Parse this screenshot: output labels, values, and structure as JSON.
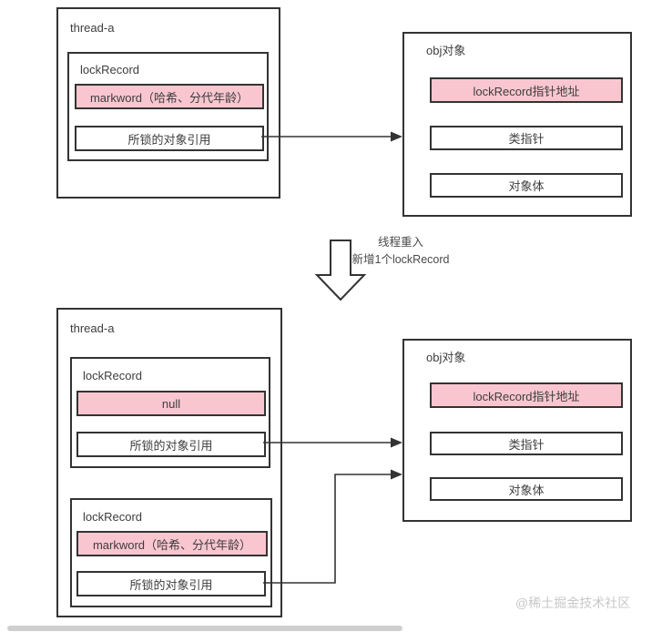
{
  "colors": {
    "border": "#333333",
    "pink_fill": "#f9c6d0",
    "text": "#3d3d3d",
    "watermark": "#c8c8c8",
    "scrollbar": "#cfcfcf",
    "background": "#ffffff"
  },
  "top": {
    "thread": {
      "title": "thread-a",
      "lock_record": {
        "title": "lockRecord",
        "markword": "markword（哈希、分代年龄）",
        "obj_ref": "所锁的对象引用"
      }
    },
    "obj": {
      "title": "obj对象",
      "pointer": "lockRecord指针地址",
      "class_pointer": "类指针",
      "body": "对象体"
    }
  },
  "transition": {
    "line1": "线程重入",
    "line2": "新增1个lockRecord"
  },
  "bottom": {
    "thread": {
      "title": "thread-a",
      "lock_records": [
        {
          "title": "lockRecord",
          "markword": "null",
          "obj_ref": "所锁的对象引用"
        },
        {
          "title": "lockRecord",
          "markword": "markword（哈希、分代年龄）",
          "obj_ref": "所锁的对象引用"
        }
      ]
    },
    "obj": {
      "title": "obj对象",
      "pointer": "lockRecord指针地址",
      "class_pointer": "类指针",
      "body": "对象体"
    }
  },
  "watermark": {
    "text": "@稀土掘金技术社区"
  }
}
